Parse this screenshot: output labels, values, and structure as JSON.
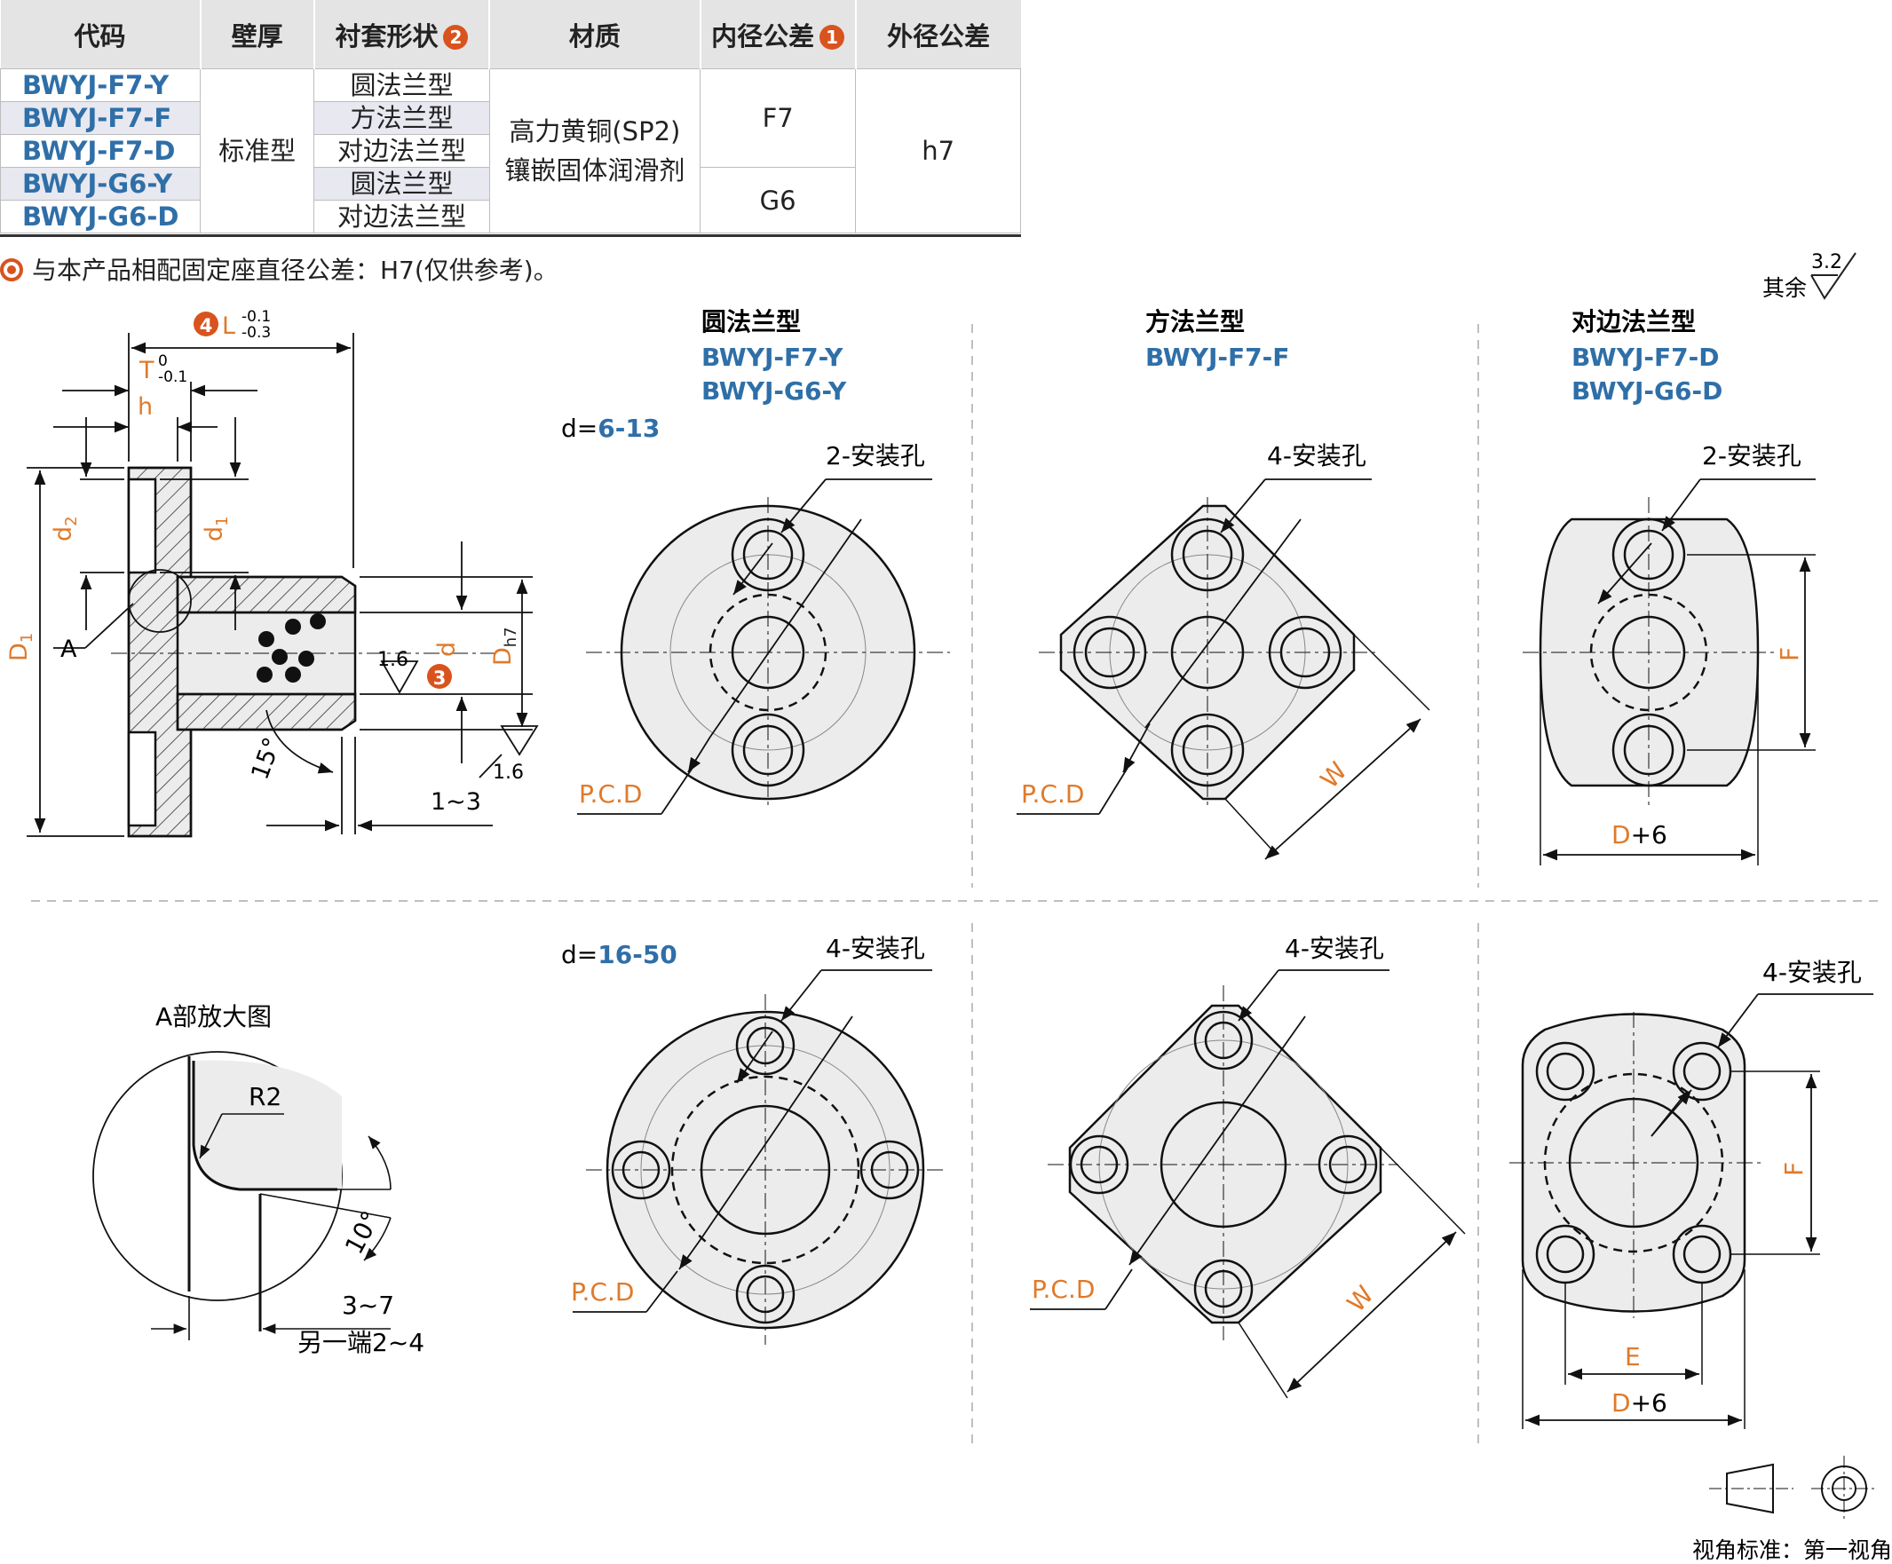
{
  "table": {
    "headers": [
      "代码",
      "壁厚",
      "衬套形状",
      "材质",
      "内径公差",
      "外径公差"
    ],
    "header_badges": {
      "shape": "2",
      "inner_tol": "1"
    },
    "codes": [
      "BWYJ-F7-Y",
      "BWYJ-F7-F",
      "BWYJ-F7-D",
      "BWYJ-G6-Y",
      "BWYJ-G6-D"
    ],
    "wall": "标准型",
    "shapes": [
      "圆法兰型",
      "方法兰型",
      "对边法兰型",
      "圆法兰型",
      "对边法兰型"
    ],
    "material_line1": "高力黄铜(SP2)",
    "material_line2": "镶嵌固体润滑剂",
    "inner_tol_f7": "F7",
    "inner_tol_g6": "G6",
    "outer_tol": "h7"
  },
  "note": "与本产品相配固定座直径公差：H7(仅供参考)。",
  "roughness": {
    "label": "其余",
    "value": "3.2"
  },
  "section": {
    "L_badge": "4",
    "L_label": "L",
    "L_tol_upper": "-0.1",
    "L_tol_lower": "-0.3",
    "T_label": "T",
    "T_tol_upper": "0",
    "T_tol_lower": "-0.1",
    "h_label": "h",
    "d2_label": "d",
    "d2_sub": "2",
    "d1_label": "d",
    "d1_sub": "1",
    "D1_label": "D",
    "D1_sub": "1",
    "A_label": "A",
    "rough_inner": "1.6",
    "d_badge": "3",
    "d_label": "d",
    "Dh7_label": "D",
    "Dh7_sub": "h7",
    "rough_outer": "1.6",
    "angle": "15°",
    "chamfer": "1~3"
  },
  "groups": [
    {
      "title": "圆法兰型",
      "codes": [
        "BWYJ-F7-Y",
        "BWYJ-G6-Y"
      ]
    },
    {
      "title": "方法兰型",
      "codes": [
        "BWYJ-F7-F"
      ]
    },
    {
      "title": "对边法兰型",
      "codes": [
        "BWYJ-F7-D",
        "BWYJ-G6-D"
      ]
    }
  ],
  "d_small_prefix": "d=",
  "d_small_range": "6-13",
  "d_large_prefix": "d=",
  "d_large_range": "16-50",
  "holes2": "2-安装孔",
  "holes4": "4-安装孔",
  "pcd": "P.C.D",
  "W": "W",
  "F": "F",
  "E": "E",
  "Dplus_D": "D",
  "Dplus_rest": "+6",
  "detail": {
    "title": "A部放大图",
    "R": "R2",
    "angle": "10°",
    "len1": "3~7",
    "len2": "另一端2~4"
  },
  "view": "视角标准：第一视角",
  "colors": {
    "orange": "#e07a2a",
    "blue": "#2f6fa8",
    "badge": "#d9531e"
  }
}
